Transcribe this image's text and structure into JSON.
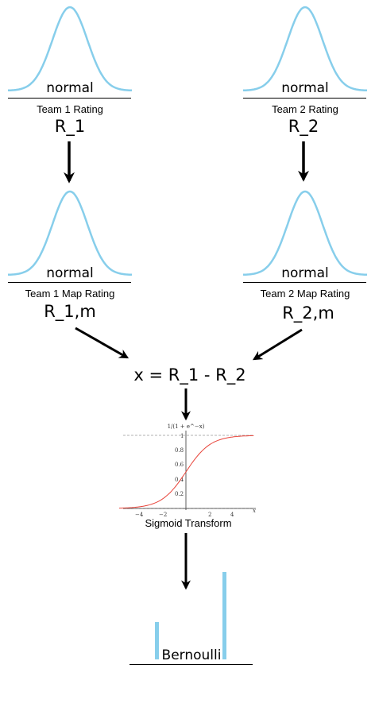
{
  "nodes": {
    "team1_rating": {
      "dist": "normal",
      "label": "Team 1 Rating",
      "var": "R_1"
    },
    "team2_rating": {
      "dist": "normal",
      "label": "Team 2 Rating",
      "var": "R_2"
    },
    "team1_map": {
      "dist": "normal",
      "label": "Team 1 Map Rating",
      "var": "R_1,m"
    },
    "team2_map": {
      "dist": "normal",
      "label": "Team 2 Map Rating",
      "var": "R_2,m"
    },
    "difference": {
      "equation": "x = R_1 - R_2"
    },
    "sigmoid": {
      "title": "1/(1 + e^−x)",
      "label": "Sigmoid Transform",
      "x_ticks": [
        "−4",
        "−2",
        "2",
        "4"
      ],
      "y_ticks": [
        "0.2",
        "0.4",
        "0.6",
        "0.8",
        "1"
      ],
      "axis_x": "x"
    },
    "bernoulli": {
      "dist": "Bernoulli"
    }
  },
  "colors": {
    "normal_curve": "#87ceeb",
    "sigmoid_curve": "#e8443a",
    "bernoulli_bar": "#87ceeb",
    "arrow": "#000000"
  }
}
